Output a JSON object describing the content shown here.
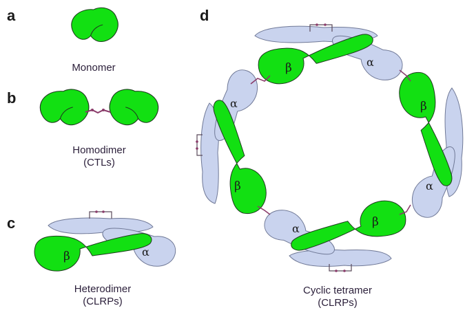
{
  "colors": {
    "green": "#12e012",
    "green_stroke": "#1e3a1e",
    "blue": "#c9d3ee",
    "blue_stroke": "#6f7896",
    "linker": "#8a3b6a"
  },
  "panels": {
    "a": {
      "letter": "a",
      "caption": "Monomer"
    },
    "b": {
      "letter": "b",
      "caption_line1": "Homodimer",
      "caption_line2": "(CTLs)"
    },
    "c": {
      "letter": "c",
      "caption_line1": "Heterodimer",
      "caption_line2": "(CLRPs)",
      "beta": "β",
      "alpha": "α"
    },
    "d": {
      "letter": "d",
      "caption_line1": "Cyclic tetramer",
      "caption_line2": "(CLRPs)",
      "beta": "β",
      "alpha": "α"
    }
  }
}
